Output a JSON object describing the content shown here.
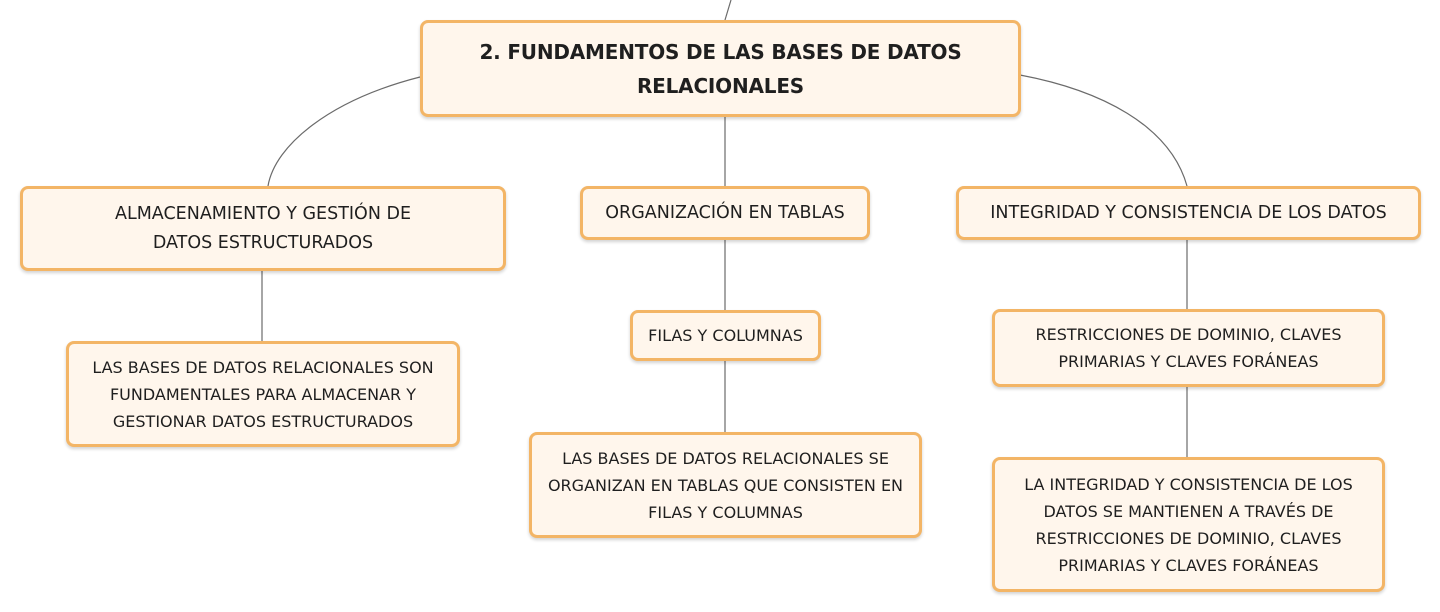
{
  "root": {
    "title": "2. FUNDAMENTOS DE LAS BASES DE DATOS RELACIONALES"
  },
  "branches": [
    {
      "label": "ALMACENAMIENTO Y GESTIÓN DE DATOS ESTRUCTURADOS",
      "children": [
        "LAS BASES DE DATOS RELACIONALES SON FUNDAMENTALES PARA ALMACENAR Y GESTIONAR DATOS ESTRUCTURADOS"
      ]
    },
    {
      "label": "ORGANIZACIÓN EN TABLAS",
      "children": [
        "FILAS Y COLUMNAS",
        "LAS BASES DE DATOS RELACIONALES SE ORGANIZAN EN TABLAS QUE CONSISTEN EN FILAS Y COLUMNAS"
      ]
    },
    {
      "label": "INTEGRIDAD Y CONSISTENCIA DE LOS DATOS",
      "children": [
        "RESTRICCIONES DE DOMINIO, CLAVES PRIMARIAS Y CLAVES FORÁNEAS",
        "LA INTEGRIDAD Y CONSISTENCIA DE LOS DATOS SE MANTIENEN A TRAVÉS DE RESTRICCIONES DE DOMINIO, CLAVES PRIMARIAS Y CLAVES FORÁNEAS"
      ]
    }
  ]
}
